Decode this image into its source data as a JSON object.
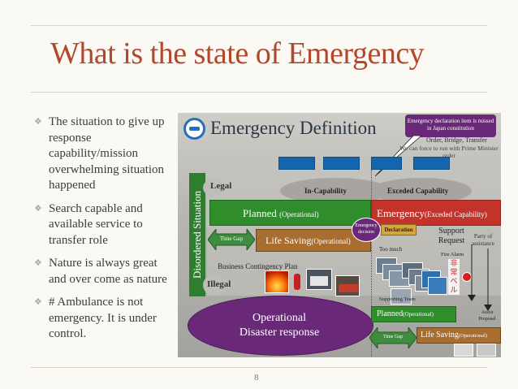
{
  "slide": {
    "title": "What is the state of Emergency",
    "page_number": "8",
    "bullets": [
      "The situation to give up response capability/mission overwhelming situation happened",
      "Search capable and available service to transfer role",
      "Nature is always great and over come as nature",
      "# Ambulance is not emergency. It is under control."
    ],
    "bullet_icon": "diamond-bullet-icon"
  },
  "diagram": {
    "heading": "Emergency Definition",
    "callout": "Emergency declaration item is missed in Japan constitution",
    "order_text": "Order, Bridge, Transfer",
    "force_text": "We can force to run with Prime Minister order",
    "vertical_label": "Disordered Situation",
    "legal": "Legal",
    "illegal": "Illegal",
    "in_capability": "In-Capability",
    "exceeded_capability": "Exceded Capability",
    "planned": "Planned",
    "planned_note": "(Operational)",
    "emergency": "Emergency",
    "emergency_note": "(Exceded Capability)",
    "time_gap": "Time Gap",
    "life_saving": "Life Saving",
    "life_saving_note": "(Operational)",
    "emergency_decision": "Emergency decision",
    "declaration": "Declaration",
    "too_much": "Too much",
    "support_request": "Support Request",
    "party_of_assistance": "Party of assistance",
    "business_plan": "Business Contingency Plan",
    "fire_alarm": "Fire Alarm",
    "kanji_sign": "非常ベル",
    "supporting_team": "Supporting Team",
    "operational": "Operational",
    "disaster_response": "Disaster response",
    "planned_bottom": "Planned",
    "planned_bottom_note": "(Operational)",
    "assist_proposal": "Assist Proposal",
    "time_gap_bottom": "Time Gap",
    "life_saving_bottom": "Life Saving",
    "life_saving_bottom_note": "(Operational)"
  },
  "colors": {
    "title": "#b3472b",
    "green": "#2f8d2c",
    "red": "#c4332b",
    "orange": "#a86d30",
    "purple": "#6a2978"
  }
}
